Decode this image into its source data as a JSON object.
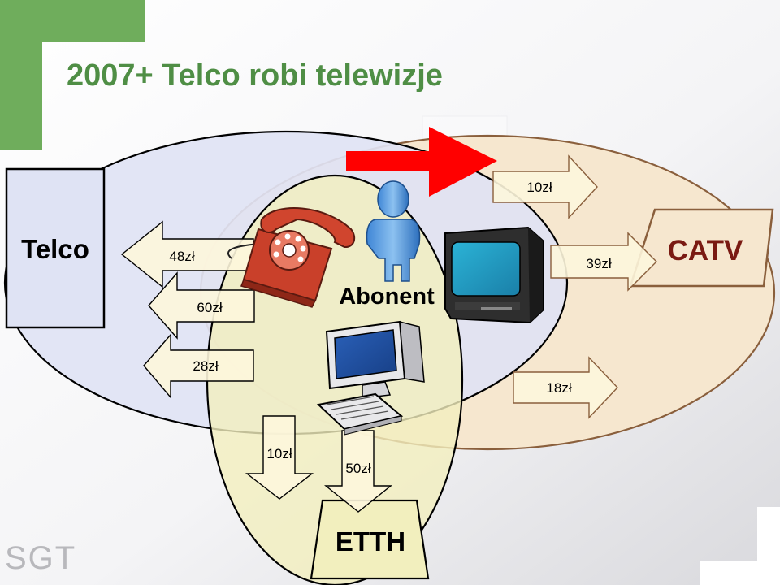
{
  "title": "2007+ Telco robi telewizje",
  "boxes": {
    "telco": "Telco",
    "catv": "CATV",
    "etth": "ETTH"
  },
  "center_label": "Abonent",
  "flows": {
    "to_telco": [
      "48zł",
      "60zł",
      "28zł"
    ],
    "to_catv": [
      "10zł",
      "39zł",
      "18zł"
    ],
    "to_etth": [
      "10zł",
      "50zł"
    ]
  },
  "logo": "SGT",
  "colors": {
    "title_green": "#4f8e45",
    "corner_green": "#6fad5c",
    "telco_oval": "#dfe3f4",
    "catv_oval": "#f6e7cf",
    "etth_oval": "#f2efbe",
    "arrow_fill": "#fdf6dc",
    "big_arrow": "#ff0000",
    "catv_text": "#7a1a12"
  },
  "icons": [
    "telephone-icon",
    "person-icon",
    "tv-icon",
    "computer-icon"
  ]
}
